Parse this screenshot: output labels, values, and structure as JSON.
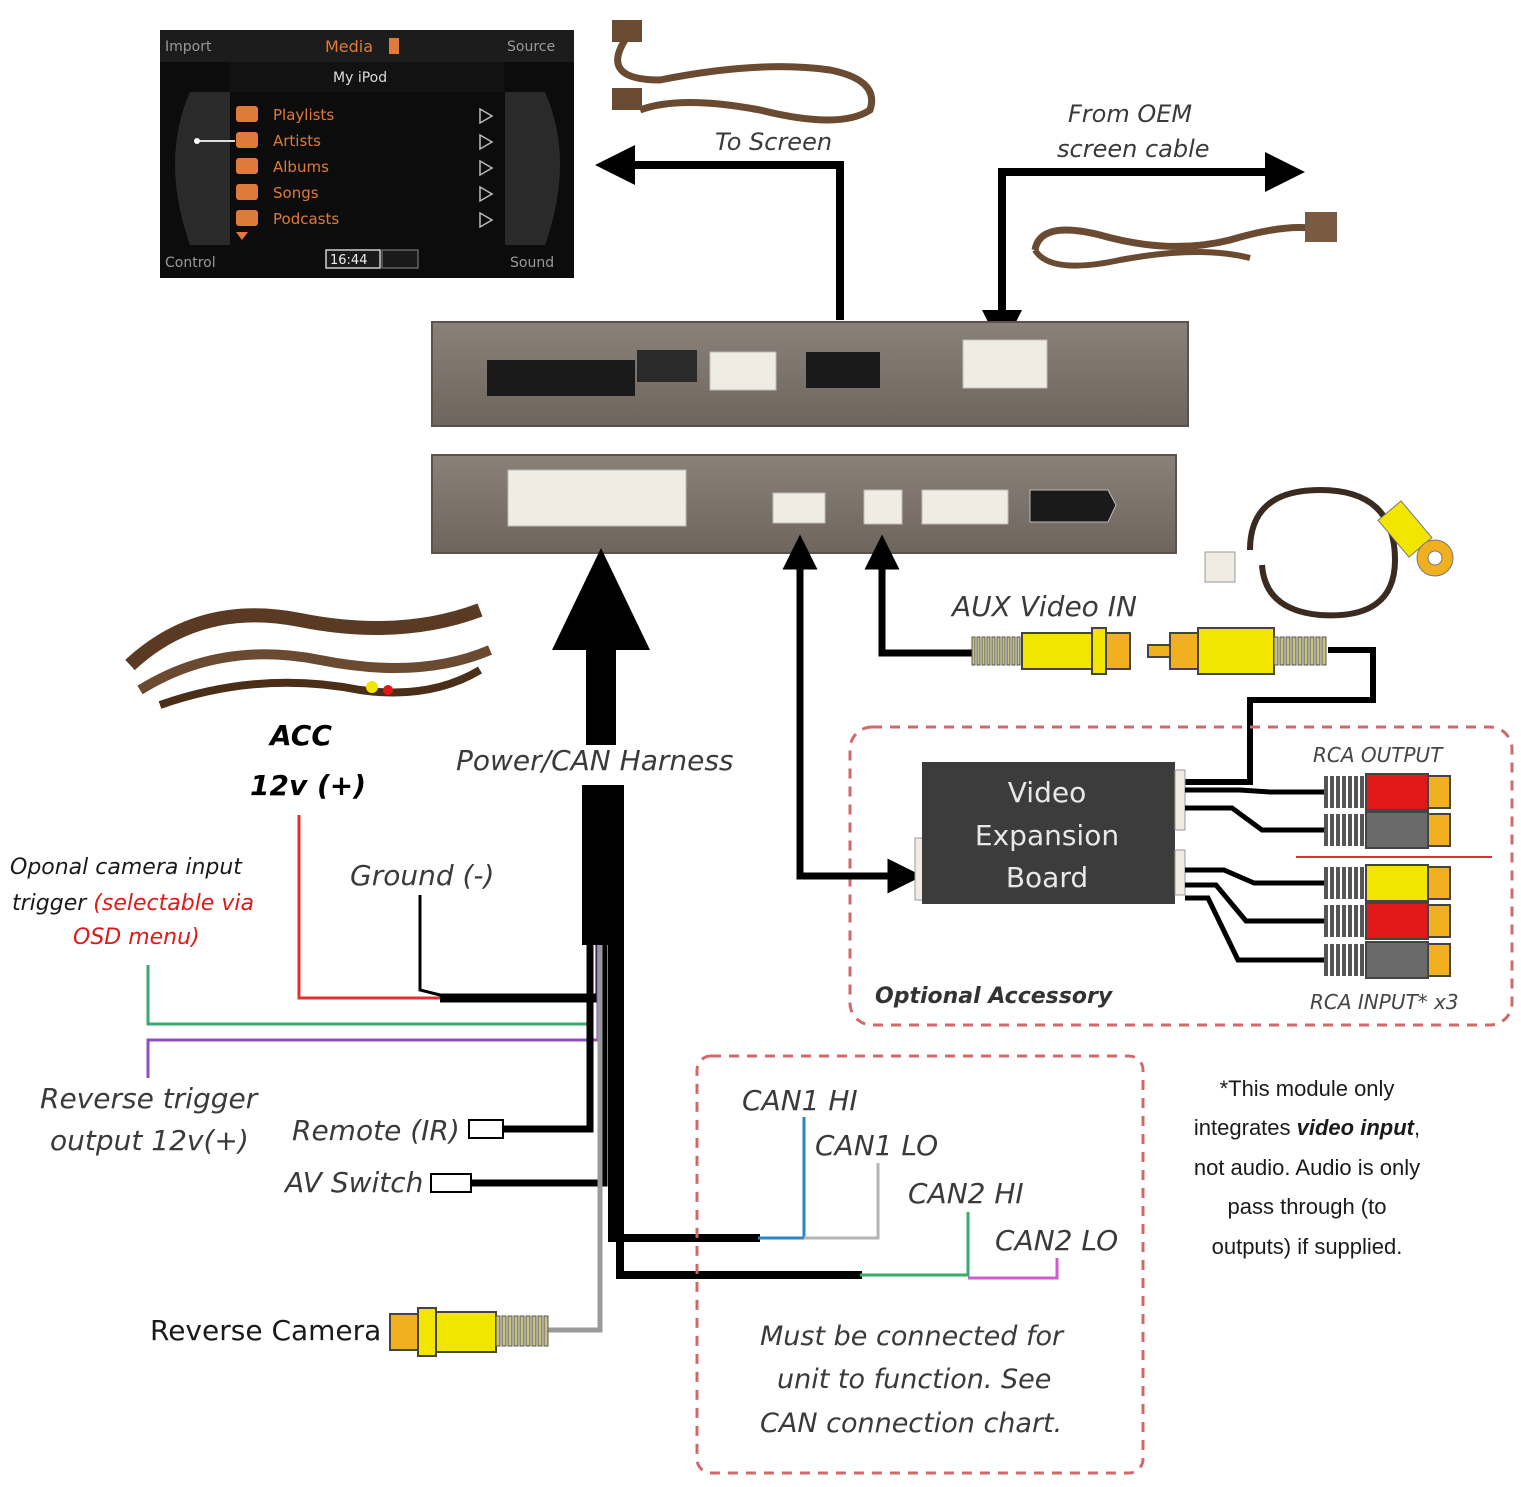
{
  "screen": {
    "tab_import": "Import",
    "tab_media": "Media",
    "tab_source": "Source",
    "title": "My iPod",
    "menu_items": [
      "Playlists",
      "Artists",
      "Albums",
      "Songs",
      "Podcasts"
    ],
    "tab_control": "Control",
    "clock": "16:44",
    "tab_sound": "Sound"
  },
  "labels": {
    "to_screen": "To Screen",
    "from_oem_line1": "From OEM",
    "from_oem_line2": "screen cable",
    "aux_video_in": "AUX Video IN",
    "acc_line1": "ACC",
    "acc_line2": "12v (+)",
    "power_can_harness": "Power/CAN Harness",
    "ground": "Ground (-)",
    "optional_camera_line1": "Oponal camera input",
    "optional_camera_line2_black": "trigger ",
    "optional_camera_line2_red": "(selectable via",
    "optional_camera_line3_red": "OSD menu)",
    "reverse_trigger_line1": "Reverse trigger",
    "reverse_trigger_line2": "output 12v(+)",
    "remote_ir": "Remote (IR)",
    "av_switch": "AV Switch",
    "reverse_camera": "Reverse Camera",
    "video_expansion_line1": "Video",
    "video_expansion_line2": "Expansion",
    "video_expansion_line3": "Board",
    "rca_output": "RCA OUTPUT",
    "rca_input": "RCA INPUT* x3",
    "optional_accessory": "Optional Accessory",
    "can1_hi": "CAN1 HI",
    "can1_lo": "CAN1 LO",
    "can2_hi": "CAN2 HI",
    "can2_lo": "CAN2 LO",
    "must_connect_line1": "Must be connected for",
    "must_connect_line2": "unit to function. See",
    "must_connect_line3": "CAN connection chart.",
    "footnote_line1": "*This module only",
    "footnote_line2_a": "integrates ",
    "footnote_line2_b": "video input",
    "footnote_line2_c": ",",
    "footnote_line3": "not audio. Audio is only",
    "footnote_line4": "pass through (to",
    "footnote_line5": "outputs) if supplied."
  },
  "colors": {
    "acc_wire": "#e03030",
    "camera_trigger_wire": "#3aaa6e",
    "reverse_trigger_wire": "#8e4fc0",
    "can1_hi_wire": "#2a86c8",
    "can1_lo_wire": "#b5b5b5",
    "can2_hi_wire": "#3aaa6e",
    "can2_lo_wire": "#d05ad0",
    "rca_yellow": "#f2e600",
    "rca_red": "#e01818",
    "rca_gray": "#6a6a6a",
    "rca_orange": "#f0b020",
    "module_body": "#7d746c",
    "dashed_border": "#d06a6a",
    "red_text": "#e01818"
  }
}
